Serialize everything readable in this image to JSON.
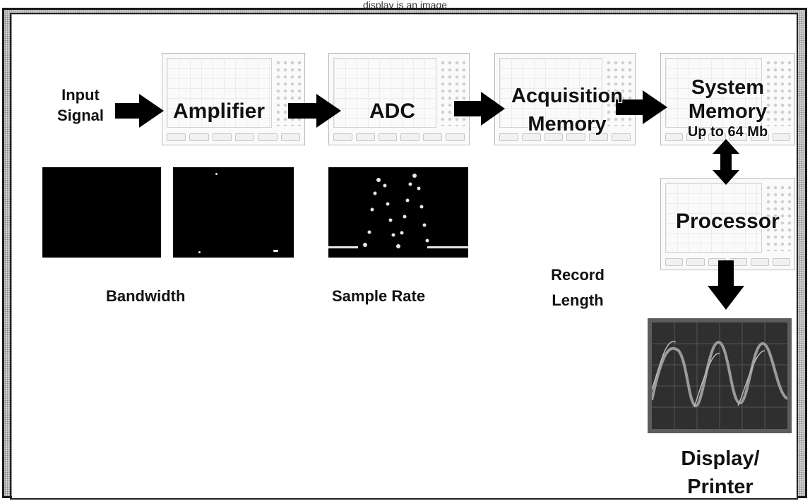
{
  "diagram": {
    "top_caption": "display is an image",
    "input": {
      "line1": "Input",
      "line2": "Signal"
    },
    "stages": {
      "amplifier": "Amplifier",
      "adc": "ADC",
      "acquisition": {
        "line1": "Acquisition",
        "line2": "Memory"
      },
      "system": {
        "line1": "System",
        "line2": "Memory",
        "line3": "Up to 64 Mb"
      },
      "processor": "Processor",
      "display": {
        "line1": "Display/",
        "line2": "Printer"
      }
    },
    "captions": {
      "bandwidth": "Bandwidth",
      "sample_rate": "Sample Rate",
      "record": {
        "line1": "Record",
        "line2": "Length"
      }
    }
  },
  "colors": {
    "arrow": "#000000",
    "label": "#111111",
    "frame_border": "#1a1a1a",
    "screen_bg": "#000000"
  },
  "icons": [
    "right-arrow-icon",
    "double-vertical-arrow-icon",
    "down-arrow-icon",
    "oscilloscope-icon"
  ]
}
